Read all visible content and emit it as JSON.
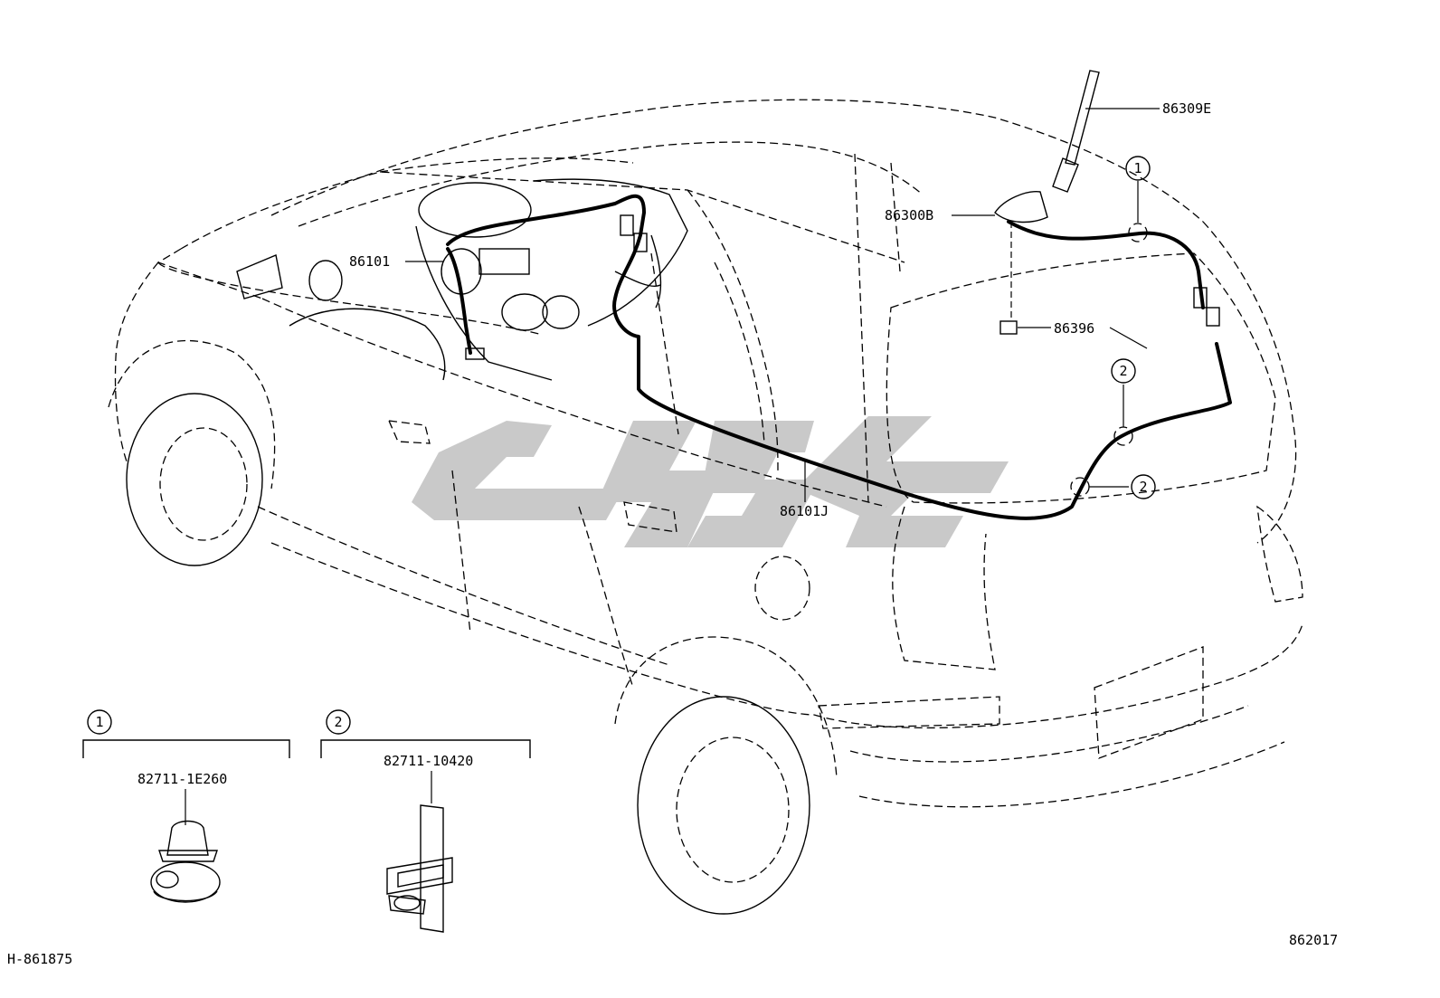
{
  "callouts": {
    "antenna_rod": "86309E",
    "antenna_base": "86300B",
    "front_cord": "86101",
    "pad": "86396",
    "rear_cord": "86101J"
  },
  "markers": {
    "clamp_1": "1",
    "clamp_2": "2"
  },
  "detail_1": {
    "marker": "1",
    "part_no": "82711-1E260"
  },
  "detail_2": {
    "marker": "2",
    "part_no": "82711-10420"
  },
  "footer": {
    "illustration_id": "H-861875",
    "figure_no": "862017"
  }
}
